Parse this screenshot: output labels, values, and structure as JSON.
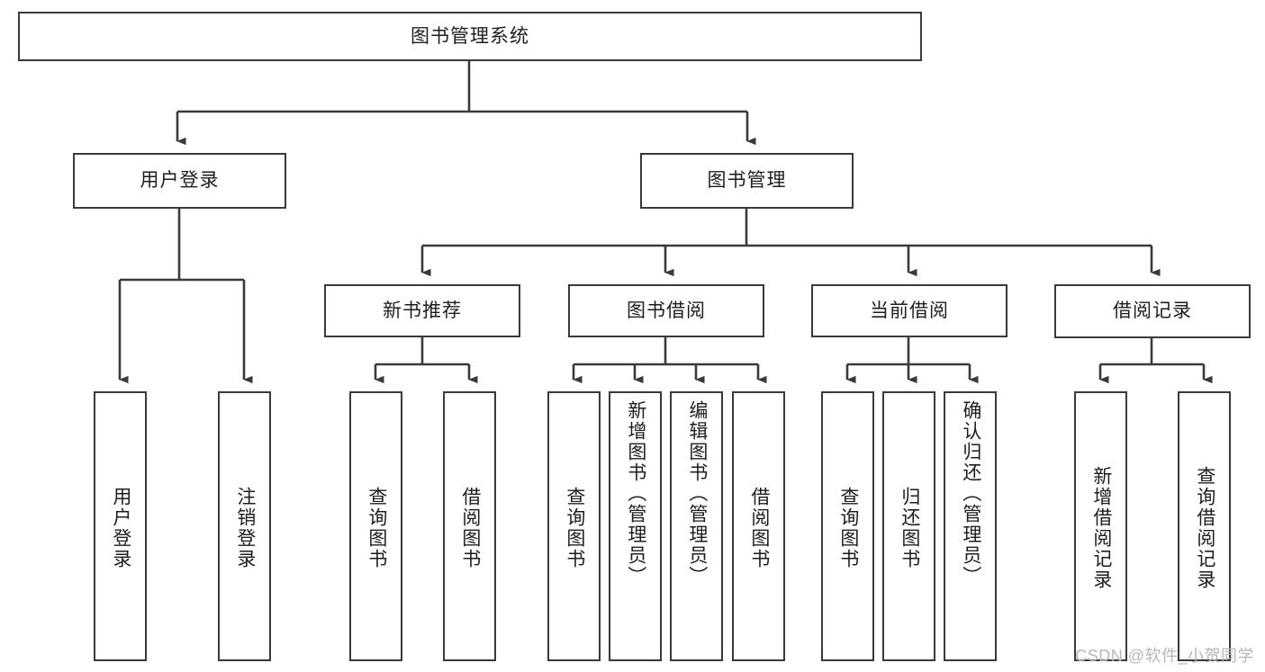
{
  "diagram": {
    "type": "hierarchy-tree",
    "title": "图书管理系统",
    "watermark": "CSDN @软件_小贺同学",
    "colors": {
      "stroke": "#3a3a3a",
      "fill": "#ffffff",
      "text": "#1d1d1d",
      "watermark": "#b6b6b6"
    },
    "root": {
      "label": "图书管理系统"
    },
    "level1": [
      {
        "id": "user-login",
        "label": "用户登录"
      },
      {
        "id": "book-manage",
        "label": "图书管理"
      }
    ],
    "level2": [
      {
        "id": "new-book-recommend",
        "label": "新书推荐",
        "parent": "book-manage"
      },
      {
        "id": "book-borrow",
        "label": "图书借阅",
        "parent": "book-manage"
      },
      {
        "id": "current-borrow",
        "label": "当前借阅",
        "parent": "book-manage"
      },
      {
        "id": "borrow-record",
        "label": "借阅记录",
        "parent": "book-manage"
      }
    ],
    "leaves": {
      "user-login": [
        {
          "id": "leaf-user-login",
          "label": "用户登录"
        },
        {
          "id": "leaf-user-logout",
          "label": "注销登录"
        }
      ],
      "new-book-recommend": [
        {
          "id": "leaf-query-book-1",
          "label": "查询图书"
        },
        {
          "id": "leaf-borrow-book-1",
          "label": "借阅图书"
        }
      ],
      "book-borrow": [
        {
          "id": "leaf-query-book-2",
          "label": "查询图书"
        },
        {
          "id": "leaf-add-book",
          "label": "新增图书（管理员）"
        },
        {
          "id": "leaf-edit-book",
          "label": "编辑图书（管理员）"
        },
        {
          "id": "leaf-borrow-book-2",
          "label": "借阅图书"
        }
      ],
      "current-borrow": [
        {
          "id": "leaf-query-book-3",
          "label": "查询图书"
        },
        {
          "id": "leaf-return-book",
          "label": "归还图书"
        },
        {
          "id": "leaf-confirm-return",
          "label": "确认归还（管理员）"
        }
      ],
      "borrow-record": [
        {
          "id": "leaf-add-record",
          "label": "新增借阅记录"
        },
        {
          "id": "leaf-query-record",
          "label": "查询借阅记录"
        }
      ]
    }
  }
}
